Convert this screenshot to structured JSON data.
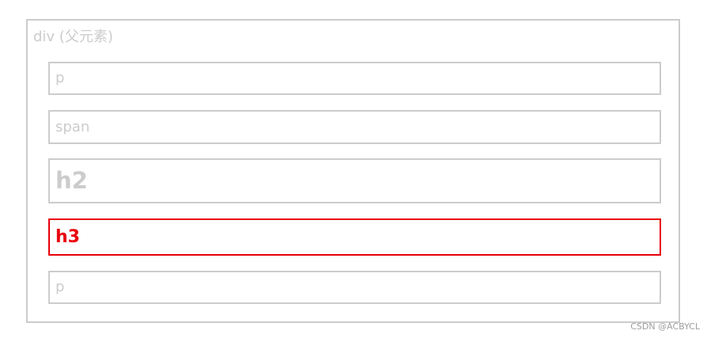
{
  "parent": {
    "label": "div (父元素)"
  },
  "children": [
    {
      "label": "p",
      "highlighted": false
    },
    {
      "label": "span",
      "highlighted": false
    },
    {
      "label": "h2",
      "highlighted": false
    },
    {
      "label": "h3",
      "highlighted": true
    },
    {
      "label": "p",
      "highlighted": false
    }
  ],
  "watermark": "CSDN @ACBYCL",
  "colors": {
    "border": "#cccccc",
    "text": "#cccccc",
    "highlight": "#e8000b"
  }
}
